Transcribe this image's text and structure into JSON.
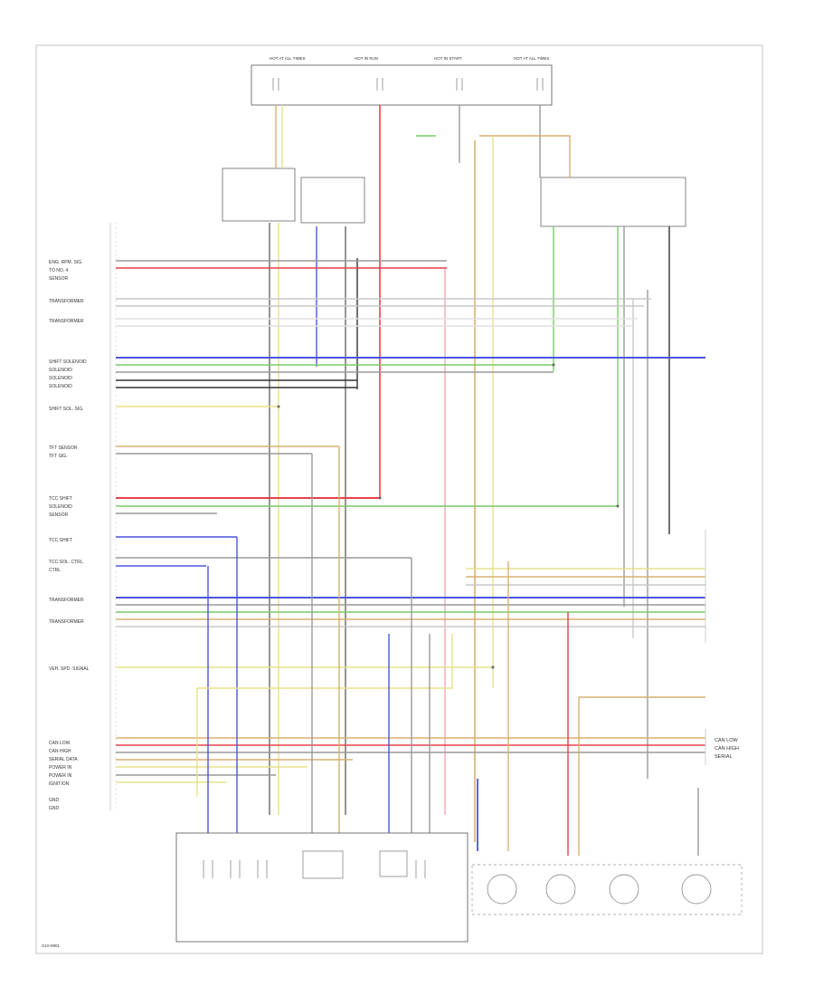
{
  "palette": {
    "red": "#e8414b",
    "blue": "#4a55e0",
    "green": "#77cc66",
    "yellow": "#e8e08a",
    "tan": "#d8b070",
    "gray": "#9a9a9a",
    "dark": "#333333",
    "light": "#c8c8c8",
    "pink": "#f2a8b4"
  },
  "diagram": {
    "ecm_pin_labels": [
      "ENG. RPM. SIG.",
      "TO NO. 4",
      "SENSOR",
      "TRANSFORMER",
      "TRANSFORMER",
      "SHIFT SOLENOID",
      "SOLENOID",
      "SOLENOID",
      "SOLENOID",
      "SHIFT SOL. SIG.",
      "TFT SENSOR",
      "TFT SIG.",
      "TCC SHIFT",
      "SOLENOID",
      "SENSOR",
      "TCC SHIFT",
      "TCC SOL. CTRL.",
      "CTRL",
      "TRANSFORMER",
      "TRANSFORMER",
      "VEH. SPD. SIGNAL",
      "CAN LOW",
      "CAN HIGH",
      "SERIAL DATA",
      "POWER IN",
      "POWER IN",
      "IGNITION",
      "GND",
      "GND"
    ],
    "right_labels": [
      "CAN LOW",
      "CAN HIGH",
      "SERIAL"
    ],
    "fuse_labels": [
      "HOT AT ALL TIMES",
      "HOT IN RUN",
      "HOT IN START",
      "HOT AT ALL TIMES"
    ],
    "bottom_note": "G10-0801"
  }
}
